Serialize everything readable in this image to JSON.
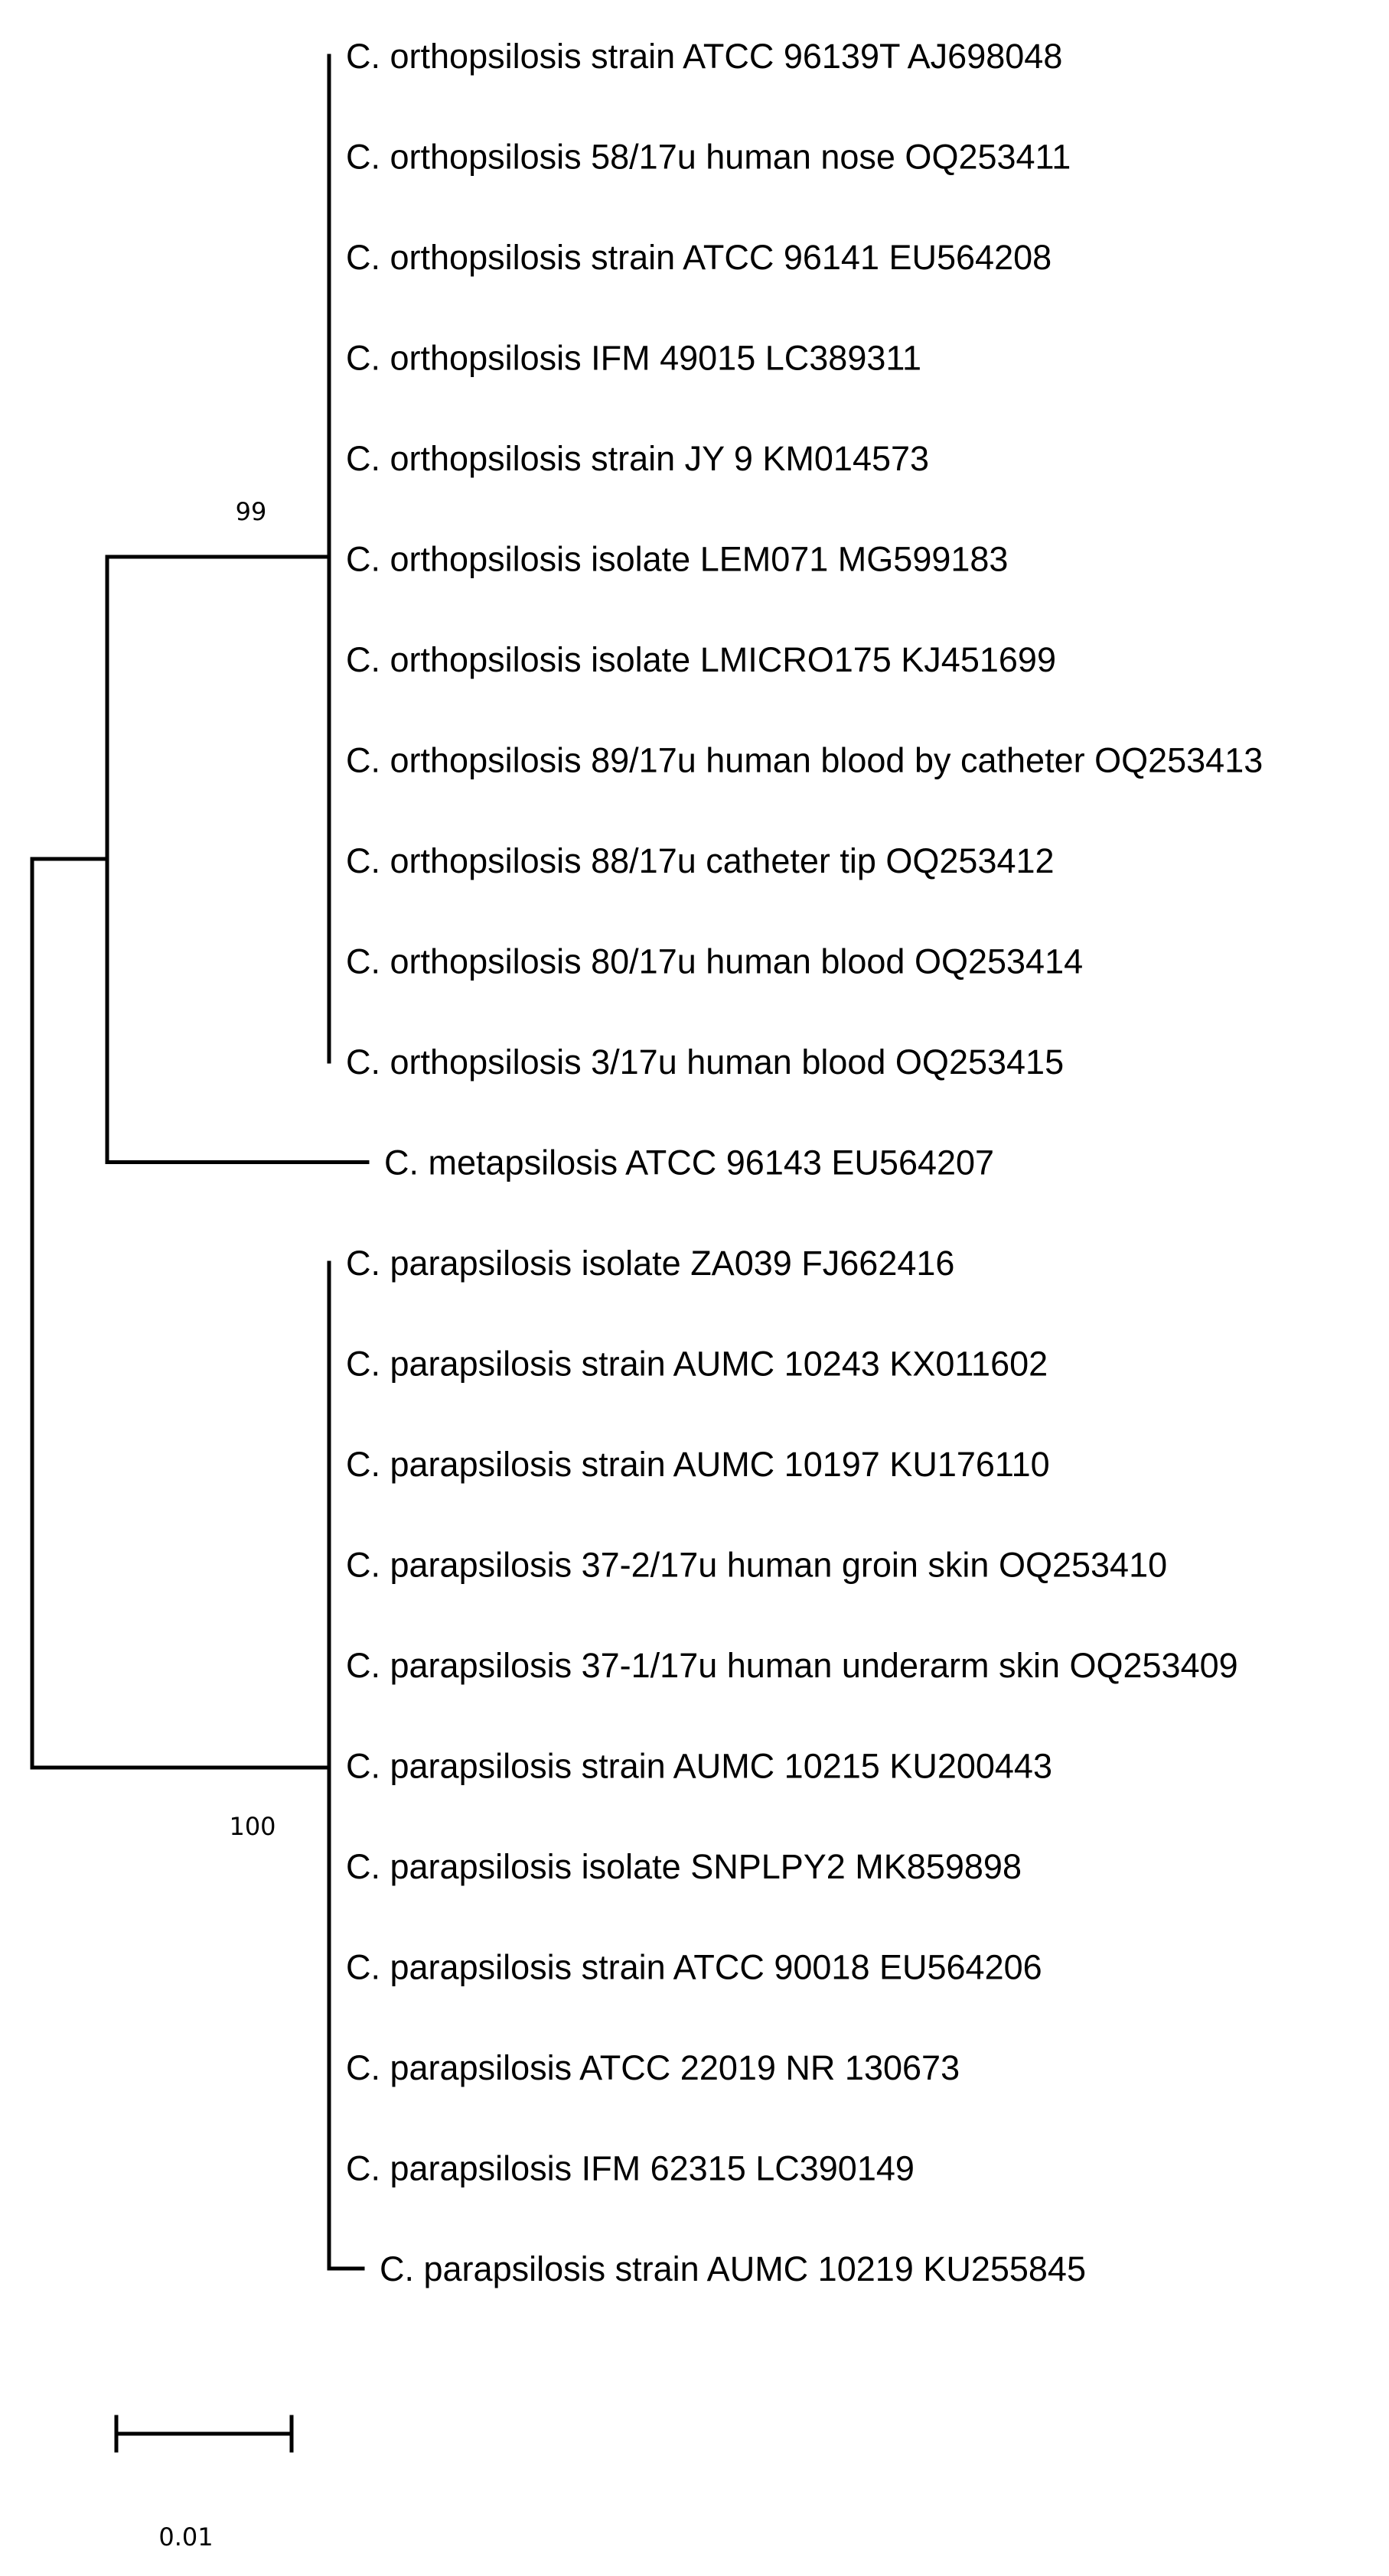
{
  "tree": {
    "line_color": "#000000",
    "clades": [
      {
        "id": "orthopsilosis",
        "support": "99",
        "taxa": [
          "C. orthopsilosis strain ATCC 96139T AJ698048",
          "C. orthopsilosis 58/17u human nose OQ253411",
          "C. orthopsilosis strain ATCC 96141 EU564208",
          "C. orthopsilosis IFM 49015 LC389311",
          "C. orthopsilosis strain JY 9 KM014573",
          "C. orthopsilosis isolate LEM071 MG599183",
          "C. orthopsilosis isolate LMICRO175 KJ451699",
          "C. orthopsilosis 89/17u human blood by catheter OQ253413",
          "C. orthopsilosis 88/17u catheter tip OQ253412",
          "C. orthopsilosis 80/17u human blood OQ253414",
          "C. orthopsilosis 3/17u human blood OQ253415"
        ]
      },
      {
        "id": "metapsilosis",
        "taxa": [
          "C. metapsilosis ATCC 96143 EU564207"
        ]
      },
      {
        "id": "parapsilosis",
        "support": "100",
        "taxa": [
          "C. parapsilosis isolate ZA039 FJ662416",
          "C. parapsilosis strain AUMC 10243 KX011602",
          "C. parapsilosis strain AUMC 10197 KU176110",
          "C. parapsilosis 37-2/17u human groin skin OQ253410",
          "C. parapsilosis 37-1/17u human underarm skin OQ253409",
          "C. parapsilosis strain AUMC 10215 KU200443",
          "C. parapsilosis isolate SNPLPY2 MK859898",
          "C. parapsilosis strain ATCC 90018 EU564206",
          "C. parapsilosis ATCC 22019 NR 130673",
          "C. parapsilosis IFM 62315 LC390149",
          "C. parapsilosis strain AUMC 10219 KU255845"
        ]
      }
    ],
    "scale_bar": {
      "value": 0.01,
      "label": "0.01"
    }
  }
}
